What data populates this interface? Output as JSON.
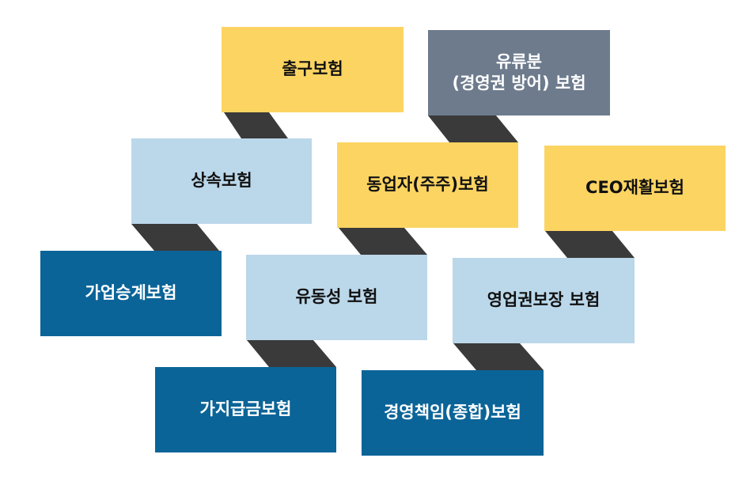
{
  "boxes": [
    {
      "id": "chulgu",
      "label": "출구보험",
      "color": "yellow"
    },
    {
      "id": "yuryubun",
      "label": "유류분\n(경영권 방어) 보험",
      "color": "gray"
    },
    {
      "id": "sangsok",
      "label": "상속보험",
      "color": "light"
    },
    {
      "id": "dongeopja",
      "label": "동업자(주주)보험",
      "color": "yellow"
    },
    {
      "id": "ceo",
      "label": "CEO재활보험",
      "color": "yellow"
    },
    {
      "id": "gaeop",
      "label": "가업승계보험",
      "color": "dark"
    },
    {
      "id": "yudongsung",
      "label": "유동성 보험",
      "color": "light"
    },
    {
      "id": "yeongeopgwon",
      "label": "영업권보장 보험",
      "color": "light"
    },
    {
      "id": "gajigeupgeum",
      "label": "가지급금보험",
      "color": "dark"
    },
    {
      "id": "gyeongyeong",
      "label": "경영책임(종합)보험",
      "color": "dark"
    }
  ],
  "colors": {
    "yellow": "#FCD462",
    "gray": "#6D7B8D",
    "light": "#BBD7EA",
    "dark": "#0B6498",
    "connector_dark": "#3A3A3A",
    "connector_light": "#5E5E5E"
  }
}
